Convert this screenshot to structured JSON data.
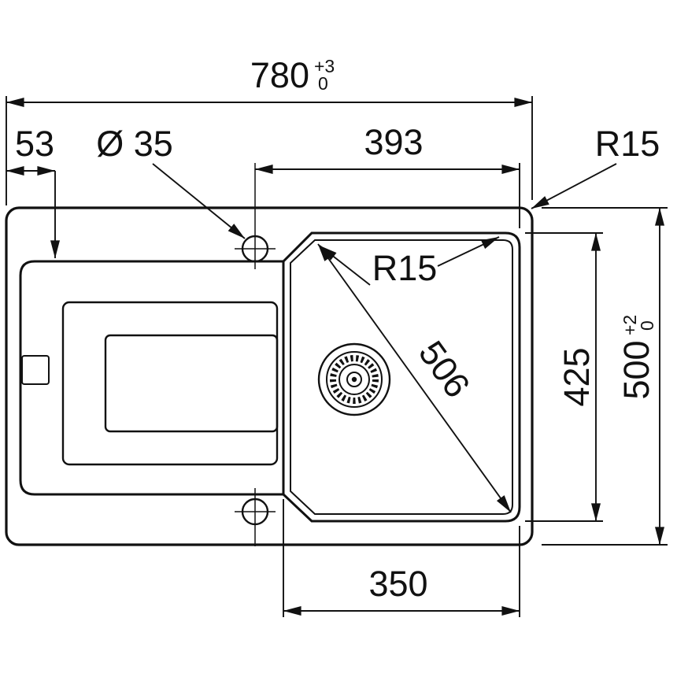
{
  "drawing": {
    "title": "sink-dimension-drawing",
    "overall_width": {
      "value": "780",
      "tol_upper": "+3",
      "tol_lower": "0"
    },
    "overall_depth": {
      "value": "500",
      "tol_upper": "+2",
      "tol_lower": "0"
    },
    "edge_offset": "53",
    "tap_hole_diameter": "Ø 35",
    "tap_hole_to_bowl_edge": "393",
    "outer_corner_radius": "R15",
    "bowl_corner_radius": "R15",
    "bowl_diagonal": "506",
    "bowl_height": "425",
    "bowl_width": "350"
  },
  "colors": {
    "line": "#111111",
    "background": "#ffffff"
  }
}
